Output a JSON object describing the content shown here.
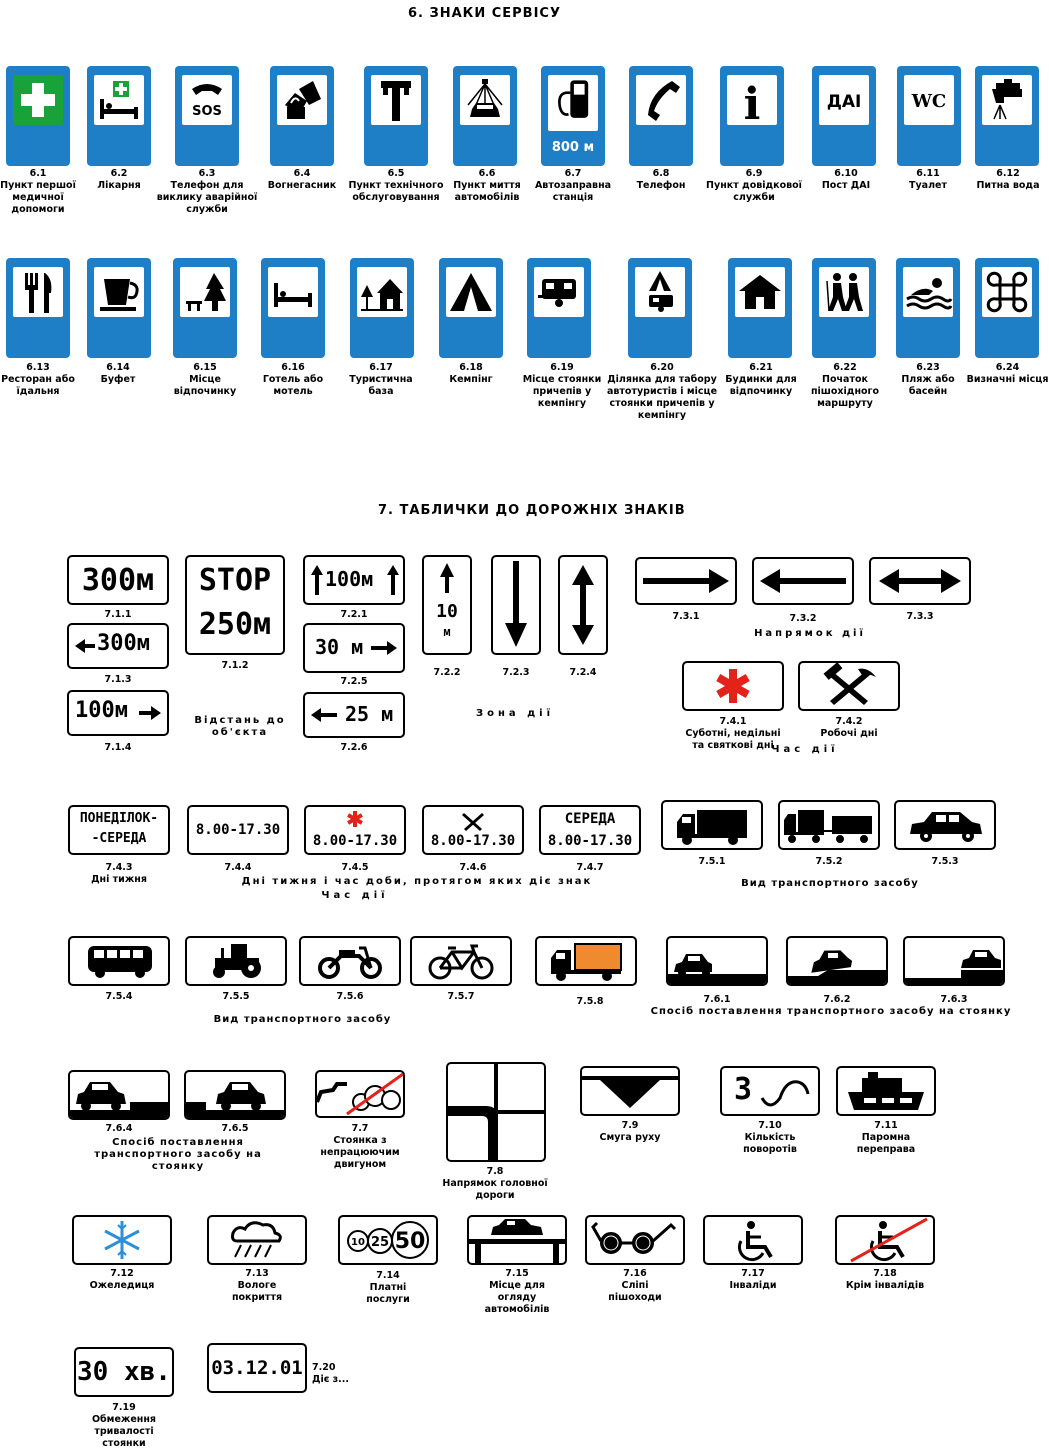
{
  "section6": {
    "title": "6. ЗНАКИ СЕРВІСУ",
    "signs": [
      {
        "code": "6.1",
        "label": "Пункт першої медичної допомоги"
      },
      {
        "code": "6.2",
        "label": "Лікарня"
      },
      {
        "code": "6.3",
        "label": "Телефон для виклику аварійної служби",
        "text": "SOS"
      },
      {
        "code": "6.4",
        "label": "Вогнегасник"
      },
      {
        "code": "6.5",
        "label": "Пункт технічного обслуговування"
      },
      {
        "code": "6.6",
        "label": "Пункт миття автомобілів"
      },
      {
        "code": "6.7",
        "label": "Автозаправна станція",
        "text": "800 м"
      },
      {
        "code": "6.8",
        "label": "Телефон"
      },
      {
        "code": "6.9",
        "label": "Пункт довідкової служби",
        "text": "i"
      },
      {
        "code": "6.10",
        "label": "Пост ДАІ",
        "text": "ДАІ"
      },
      {
        "code": "6.11",
        "label": "Туалет",
        "text": "WC"
      },
      {
        "code": "6.12",
        "label": "Питна вода"
      },
      {
        "code": "6.13",
        "label": "Ресторан або їдальня"
      },
      {
        "code": "6.14",
        "label": "Буфет"
      },
      {
        "code": "6.15",
        "label": "Місце відпочинку"
      },
      {
        "code": "6.16",
        "label": "Готель або мотель"
      },
      {
        "code": "6.17",
        "label": "Туристична база"
      },
      {
        "code": "6.18",
        "label": "Кемпінг"
      },
      {
        "code": "6.19",
        "label": "Місце стоянки причепів у кемпінгу"
      },
      {
        "code": "6.20",
        "label": "Ділянка для табору автотуристів і місце стоянки причепів у кемпінгу"
      },
      {
        "code": "6.21",
        "label": "Будинки для відпочинку"
      },
      {
        "code": "6.22",
        "label": "Початок пішохідного маршруту"
      },
      {
        "code": "6.23",
        "label": "Пляж або басейн"
      },
      {
        "code": "6.24",
        "label": "Визначні місця"
      }
    ]
  },
  "section7": {
    "title": "7. ТАБЛИЧКИ ДО ДОРОЖНІХ ЗНАКІВ",
    "plate_texts": {
      "p711": "300м",
      "p712a": "STOP",
      "p712b": "250м",
      "p713": "300м",
      "p714": "100м",
      "p721": "100м",
      "p725": "30 м",
      "p726": "25 м",
      "p722a": "10",
      "p722b": "м",
      "p743a": "ПОНЕДІЛОК-",
      "p743b": "-СЕРЕДА",
      "p744": "8.00-17.30",
      "p745": "8.00-17.30",
      "p746": "8.00-17.30",
      "p747a": "СЕРЕДА",
      "p747b": "8.00-17.30",
      "p710": "3",
      "p714a": "10",
      "p714b": "25",
      "p714c": "50",
      "p719": "30 хв.",
      "p720": "03.12.01"
    },
    "codes": {
      "c711": "7.1.1",
      "c712": "7.1.2",
      "c713": "7.1.3",
      "c714": "7.1.4",
      "c721": "7.2.1",
      "c725": "7.2.5",
      "c726": "7.2.6",
      "c722": "7.2.2",
      "c723": "7.2.3",
      "c724": "7.2.4",
      "c731": "7.3.1",
      "c732": "7.3.2",
      "c733": "7.3.3",
      "c741": "7.4.1",
      "c742": "7.4.2",
      "c743": "7.4.3",
      "c744": "7.4.4",
      "c745": "7.4.5",
      "c746": "7.4.6",
      "c747": "7.4.7",
      "c751": "7.5.1",
      "c752": "7.5.2",
      "c753": "7.5.3",
      "c754": "7.5.4",
      "c755": "7.5.5",
      "c756": "7.5.6",
      "c757": "7.5.7",
      "c758": "7.5.8",
      "c761": "7.6.1",
      "c762": "7.6.2",
      "c763": "7.6.3",
      "c764": "7.6.4",
      "c765": "7.6.5",
      "c77": "7.7",
      "c78": "7.8",
      "c79": "7.9",
      "c710": "7.10",
      "c711b": "7.11",
      "c712b": "7.12",
      "c713b": "7.13",
      "c714b": "7.14",
      "c715": "7.15",
      "c716": "7.16",
      "c717": "7.17",
      "c718": "7.18",
      "c719": "7.19",
      "c720": "7.20"
    },
    "labels": {
      "distance": "Відстань до об'єкта",
      "zone": "Зона дії",
      "direction": "Напрямок дії",
      "l741": "Суботні, недільні та святкові дні",
      "l742": "Робочі дні",
      "time1": "Час дії",
      "l743": "Дні тижня",
      "days_time": "Дні тижня і час доби, протягом яких діє знак",
      "time2": "Час дії",
      "vehicle1": "Вид транспортного засобу",
      "vehicle2": "Вид транспортного засобу",
      "parking1": "Спосіб поставлення транспортного засобу на стоянку",
      "parking2": "Спосіб поставлення транспортного засобу на стоянку",
      "l77": "Стоянка з непрацюючим двигуном",
      "l78": "Напрямок головної дороги",
      "l79": "Смуга руху",
      "l710": "Кількість поворотів",
      "l711": "Паромна переправа",
      "l712": "Ожеледиця",
      "l713": "Вологе покриття",
      "l714": "Платні послуги",
      "l715": "Місце для огляду автомобілів",
      "l716": "Сліпі пішоходи",
      "l717": "Інваліди",
      "l718": "Крім інвалідів",
      "l719": "Обмеження тривалості стоянки",
      "l720": "Діє з..."
    }
  },
  "colors": {
    "service_blue": "#1e7fc6",
    "first_aid_green": "#1aa23a",
    "red": "#e32219",
    "orange": "#f08a2e",
    "snow_blue": "#2d8fd8"
  }
}
